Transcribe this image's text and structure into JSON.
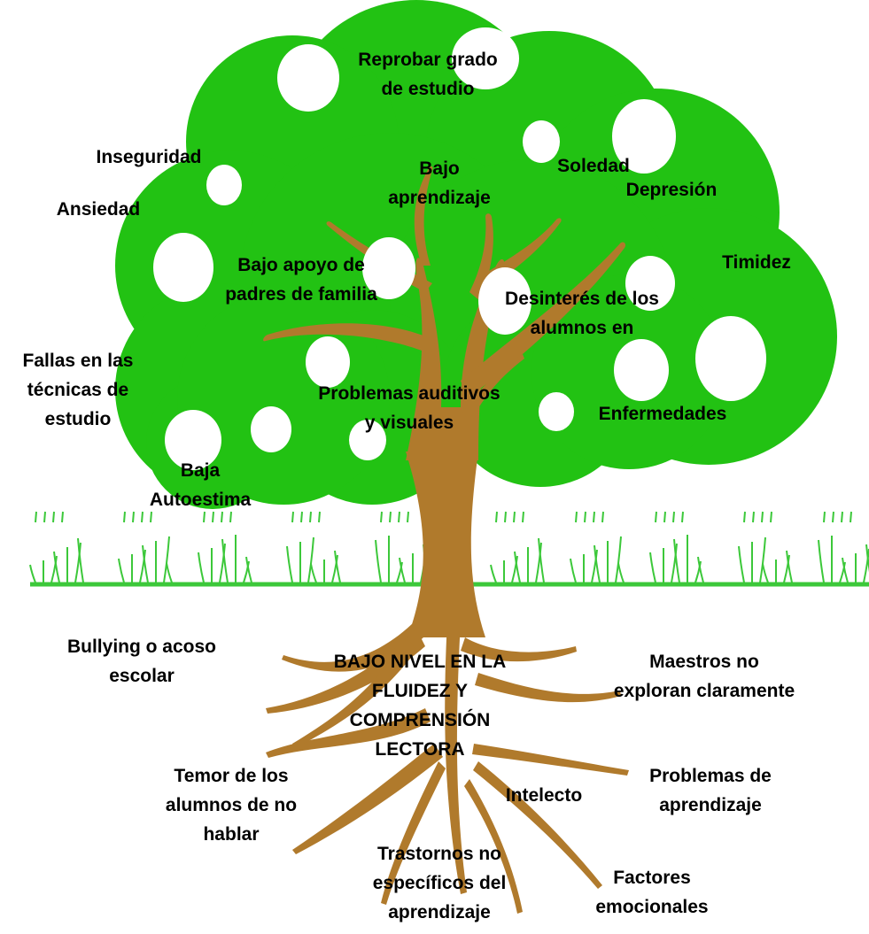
{
  "colors": {
    "canopy": "#22c213",
    "trunk": "#b07a2c",
    "grass": "#3cc83a",
    "holes": "#ffffff",
    "text": "#000000"
  },
  "center_problem": "BAJO NIVEL EN LA\nFLUIDEZ Y\nCOMPRENSIÓN\nLECTORA",
  "effects": {
    "reprobar": "Reprobar grado\nde estudio",
    "inseguridad": "Inseguridad",
    "ansiedad": "Ansiedad",
    "bajo_aprendizaje": "Bajo\naprendizaje",
    "soledad": "Soledad",
    "depresion": "Depresión",
    "timidez": "Timidez",
    "bajo_apoyo": "Bajo apoyo de\npadres de familia",
    "desinteres": "Desinterés de los\nalumnos en",
    "fallas": "Fallas en las\ntécnicas de\nestudio",
    "problemas_auditivos": "Problemas auditivos\ny visuales",
    "enfermedades": "Enfermedades",
    "baja_autoestima": "Baja\nAutoestima"
  },
  "causes": {
    "bullying": "Bullying o acoso\nescolar",
    "maestros": "Maestros no\nexploran claramente",
    "temor": "Temor de los\nalumnos de no\nhablar",
    "intelecto": "Intelecto",
    "problemas_aprendizaje": "Problemas de\naprendizaje",
    "trastornos": "Trastornos no\nespecíficos del\naprendizaje",
    "factores": "Factores\nemocionales"
  }
}
